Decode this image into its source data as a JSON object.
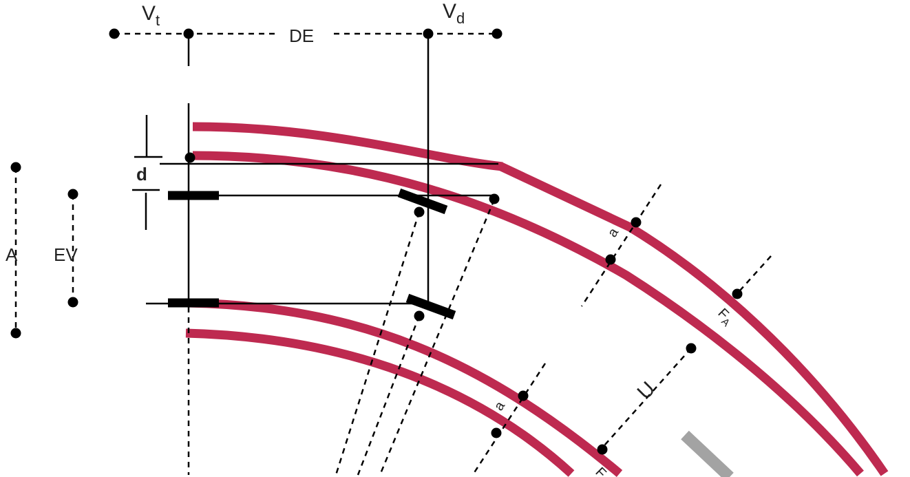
{
  "labels": {
    "vt_main": "V",
    "vt_sub": "t",
    "vd_main": "V",
    "vd_sub": "d",
    "de": "DE",
    "d": "d",
    "a_outer": "A",
    "ev": "EV",
    "a_upper": "a",
    "a_lower": "a",
    "fa_main": "F",
    "fa_sub": "A",
    "u": "U",
    "f_lower": "F"
  },
  "colors": {
    "rail": "#be2a50",
    "ink": "#000000",
    "text": "#222222",
    "arrow": "#a3a3a3"
  },
  "icons": {
    "direction_arrow": "gray-arrow-down-right"
  }
}
